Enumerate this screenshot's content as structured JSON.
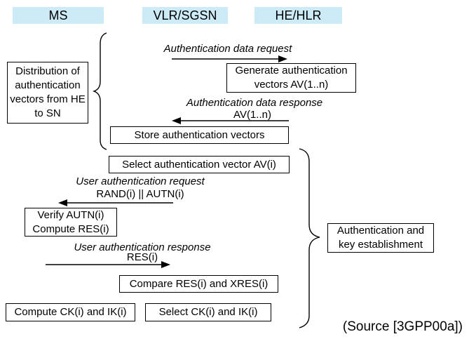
{
  "diagram": {
    "columns": [
      {
        "label": "MS"
      },
      {
        "label": "VLR/SGSN"
      },
      {
        "label": "HE/HLR"
      }
    ],
    "colors": {
      "header_bg": "#CDEAF7",
      "line": "#000000",
      "box_bg": "#FFFFFF"
    },
    "messages": [
      {
        "label": "Authentication data request",
        "sub": "",
        "direction": "right",
        "from": "VLR/SGSN",
        "to": "HE/HLR"
      },
      {
        "label": "Authentication data response",
        "sub": "AV(1..n)",
        "direction": "left",
        "from": "HE/HLR",
        "to": "VLR/SGSN"
      },
      {
        "label": "User authentication request",
        "sub": "RAND(i) || AUTN(i)",
        "direction": "left",
        "from": "VLR/SGSN",
        "to": "MS"
      },
      {
        "label": "User authentication response",
        "sub": "RES(i)",
        "direction": "right",
        "from": "MS",
        "to": "VLR/SGSN"
      }
    ],
    "process_boxes": {
      "generate": {
        "text": "Generate authentication vectors AV(1..n)"
      },
      "store": {
        "text": "Store authentication vectors"
      },
      "select_av": {
        "text": "Select authentication vector AV(i)"
      },
      "verify": {
        "line1": "Verify AUTN(i)",
        "line2": "Compute RES(i)"
      },
      "compare": {
        "text": "Compare RES(i) and XRES(i)"
      },
      "compute_ck": {
        "text": "Compute CK(i) and IK(i)"
      },
      "select_ck": {
        "text": "Select CK(i) and IK(i)"
      }
    },
    "phase_annotations": {
      "distribution": {
        "text": "Distribution of authentication vectors from HE to SN"
      },
      "establishment": {
        "text": "Authentication and key establishment"
      }
    },
    "source_note": "(Source [3GPP00a])"
  }
}
